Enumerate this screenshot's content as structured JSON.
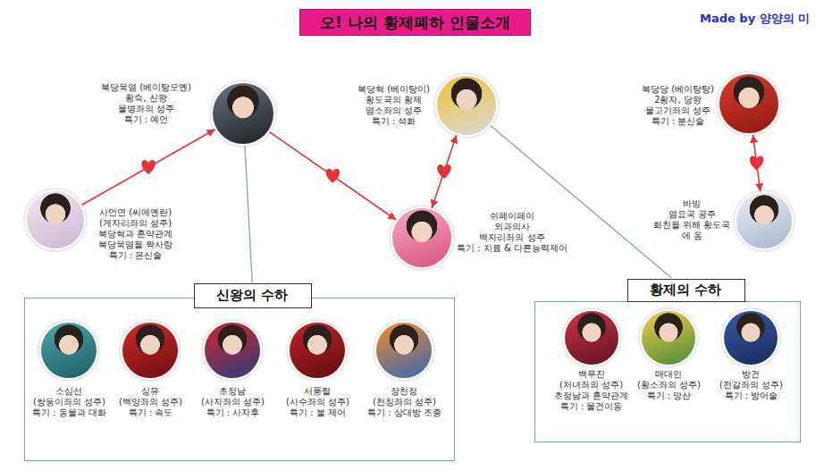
{
  "diagram": {
    "title": "오! 나의 황제폐하 인물소개",
    "nodes": [
      {
        "text": [
          "북당묵염 (베이탕모옌)",
          "황숙, 신왕",
          "물병좌의 성주",
          "특기 : 예언"
        ]
      },
      {
        "text": [
          "북당혁 (베이탕이)",
          "황도국의 황제",
          "염소좌의 성주",
          "특기 : 석화"
        ]
      },
      {
        "text": [
          "북당당 (베이탕탕)",
          "2황자, 당왕",
          "물고기좌의 성주",
          "특기 : 분신술"
        ]
      },
      {
        "text": [
          "사언연 (씨에옌란)",
          "(게자리좌의 성주)",
          "북당혁과 혼약관계",
          "북당묵염을 짝사랑",
          "특기 : 은신술"
        ]
      },
      {
        "text": [
          "쉬페이페이",
          "외과의사",
          "백자리좌의 성주",
          "특기 : 치료 & 다른능력제어"
        ]
      },
      {
        "text": [
          "바빙",
          "염요국 공주",
          "화친을 위해 황도국",
          "에 옴"
        ]
      },
      {
        "text": [
          "신왕의 수하"
        ]
      },
      {
        "text": [
          "소심선",
          "(쌍둥이좌의 성주)",
          "특기 : 동물과 대화"
        ],
        "in": 6
      },
      {
        "text": [
          "싱유",
          "(백양좌의 성주)",
          "특기 : 속도"
        ],
        "in": 6
      },
      {
        "text": [
          "초정남",
          "(사자좌의 성주)",
          "특기 : 사자후"
        ],
        "in": 6
      },
      {
        "text": [
          "서풍렬",
          "(사수좌의 성주)",
          "특기 : 불 제어"
        ],
        "in": 6
      },
      {
        "text": [
          "장천정",
          "(천칭좌의 성주)",
          "특기 : 상대방 조종"
        ],
        "in": 6
      },
      {
        "text": [
          "황제의 수하"
        ]
      },
      {
        "text": [
          "백무진",
          "(처녀좌의 성주)",
          "초정남과 혼약관계",
          "특기 : 물건이동"
        ],
        "in": 12
      },
      {
        "text": [
          "매대인",
          "(황소좌의 성주)",
          "특기 : 망산"
        ],
        "in": 12
      },
      {
        "text": [
          "방건",
          "(전갈좌의 성주)",
          "특기 : 방어술"
        ],
        "in": 12
      }
    ],
    "edges": [
      {
        "from": 3,
        "to": 0,
        "arrow": "to"
      },
      {
        "from": 0,
        "to": 4,
        "arrow": "to"
      },
      {
        "from": 1,
        "to": 4,
        "arrow": "both"
      },
      {
        "from": 2,
        "to": 5,
        "arrow": "both"
      },
      {
        "from": 0,
        "to": 6,
        "arrow": "none"
      },
      {
        "from": 1,
        "to": 12,
        "arrow": "none"
      }
    ],
    "labels": [
      "Made by 양양의 미"
    ]
  }
}
